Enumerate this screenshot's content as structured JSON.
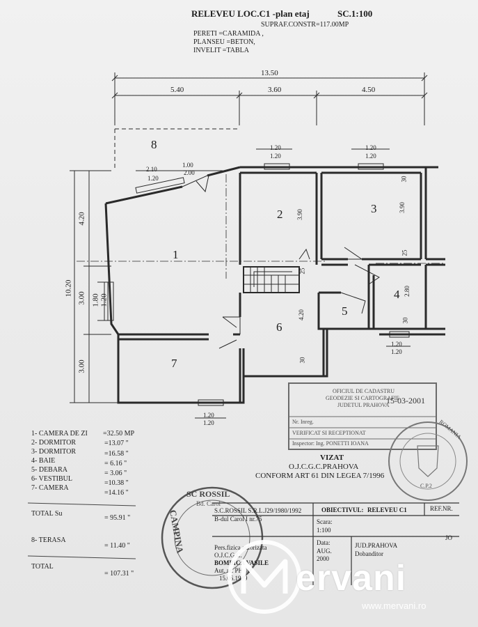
{
  "header": {
    "title": "RELEVEU LOC.C1 -plan etaj",
    "scale": "SC.1:100",
    "area": "SUPRAF.CONSTR=117.00MP",
    "walls": "PERETI     =CARAMIDA ,",
    "floor": "PLANSEU =BETON,",
    "roof": "INVELIT    =TABLA"
  },
  "dims": {
    "total_width": "13.50",
    "seg1": "5.40",
    "seg2": "3.60",
    "seg3": "4.50",
    "left_total": "10.20",
    "left_top": "4.20",
    "left_mid": "3.00",
    "left_bot": "3.00",
    "win_180": "1.80",
    "win_120_left": "1.20",
    "d210": "2.10",
    "d100": "1.00",
    "d120a": "1.20",
    "d200": "2.00",
    "w2_top": "1.20",
    "w2_bot": "1.20",
    "w3_top": "1.20",
    "w3_bot": "1.20",
    "r2_h": "3.90",
    "r3_h": "3.90",
    "r30a": "30",
    "r25a": "25",
    "r25b": "25",
    "r280": "2.80",
    "r30b": "30",
    "r420": "4.20",
    "r30c": "30",
    "w4_top": "1.20",
    "w4_bot": "1.20",
    "w7_top": "1.20",
    "w7_bot": "1.20"
  },
  "rooms": [
    "8",
    "1",
    "2",
    "3",
    "4",
    "5",
    "6",
    "7"
  ],
  "legend": [
    {
      "n": "1-",
      "name": "CAMERA DE ZI",
      "val": "=32.50 MP"
    },
    {
      "n": "2-",
      "name": "DORMITOR",
      "val": "=13.07 \""
    },
    {
      "n": "3-",
      "name": "DORMITOR",
      "val": "=16.58 \""
    },
    {
      "n": "4-",
      "name": "BAIE",
      "val": "= 6.16 \""
    },
    {
      "n": "5-",
      "name": "DEBARA",
      "val": "= 3.06 \""
    },
    {
      "n": "6-",
      "name": "VESTIBUL",
      "val": "=10.38 \""
    },
    {
      "n": "7-",
      "name": "CAMERA",
      "val": "=14.16 \""
    }
  ],
  "totals": {
    "total_su_label": "TOTAL   Su",
    "total_su_val": "= 95.91 \"",
    "terasa_label": "8- TERASA",
    "terasa_val": "= 11.40 \"",
    "total_label": "TOTAL",
    "total_val": "= 107.31 \""
  },
  "stamp_ocpi": {
    "l1": "OFICIUL DE CADASTRU",
    "l2": "GEODEZIE SI CARTOGRAFIE",
    "l3": "JUDETUL PRAHOVA",
    "date": "15-03-2001",
    "nr": "Nr. Inreg.",
    "verif": "VERIFICAT SI RECEPTIONAT",
    "insp": "Inspector: Ing. PONETTI IOANA"
  },
  "vizat": {
    "l1": "VIZAT",
    "l2": "O.J.C.G.C.PRAHOVA",
    "l3": "CONFORM ART 61 DIN LEGEA 7/1996"
  },
  "round_stamp_left": {
    "top": "SC ROSSIL",
    "side": "CAMPINA",
    "small": "Bd. Carol"
  },
  "round_stamp_right": {
    "text": "ROMANIA",
    "sub": "C.P.2"
  },
  "title_block": {
    "firm": "S.C.ROSSIL S.R.L.J29/1980/1992",
    "addr": "B-dul Carol I nr.75",
    "objective_label": "OBIECTIVUL:",
    "objective_val": "RELEVEU C1",
    "refnr": "REF.NR.",
    "scale_label": "Scara:",
    "scale_val": "1:100",
    "pers": "Pers.fizica autorizata",
    "ojcgc": "O.J.C.G.C.",
    "name": "BOMBICA VASILE",
    "aut": "Aut. nr. PH 00",
    "date_aut": "15.06.1999",
    "date_label": "Data:",
    "date_val": "AUG.",
    "date_year": "2000",
    "jud": "JUD.PRAHOVA",
    "dob": "Dobanditor",
    "jo": "JO"
  },
  "watermark": {
    "brand": "Mervani",
    "url": "www.mervani.ro"
  }
}
